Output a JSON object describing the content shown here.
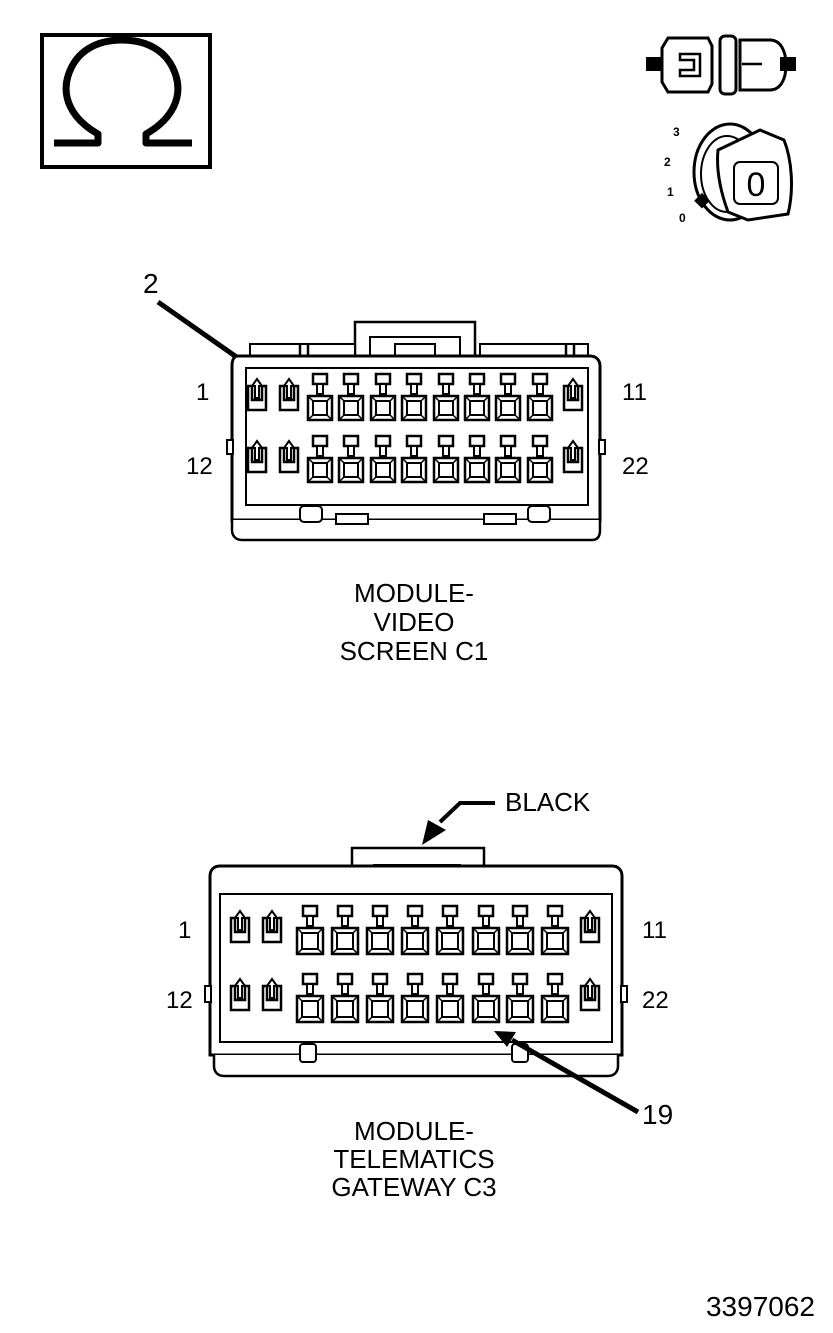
{
  "icons": {
    "ohm_symbol": "ohm-icon",
    "connector_disconnect": "connector-disconnect-icon",
    "ignition": "ignition-key-icon"
  },
  "ignition": {
    "positions": [
      "3",
      "2",
      "1",
      "0"
    ],
    "key_label": "0"
  },
  "connectors": [
    {
      "id": "c1",
      "title_lines": [
        "MODULE-",
        "VIDEO",
        "SCREEN C1"
      ],
      "pin_labels": {
        "top_left": "1",
        "top_right": "11",
        "bottom_left": "12",
        "bottom_right": "22"
      },
      "pins_per_row": 11,
      "callout": {
        "label": "2",
        "pin": 2
      }
    },
    {
      "id": "c3",
      "title_lines": [
        "MODULE-",
        "TELEMATICS",
        "GATEWAY C3"
      ],
      "pin_labels": {
        "top_left": "1",
        "top_right": "11",
        "bottom_left": "12",
        "bottom_right": "22"
      },
      "pins_per_row": 11,
      "callout": {
        "label": "19",
        "pin": 19
      },
      "color_callout": "BLACK"
    }
  ],
  "figure_number": "3397062"
}
